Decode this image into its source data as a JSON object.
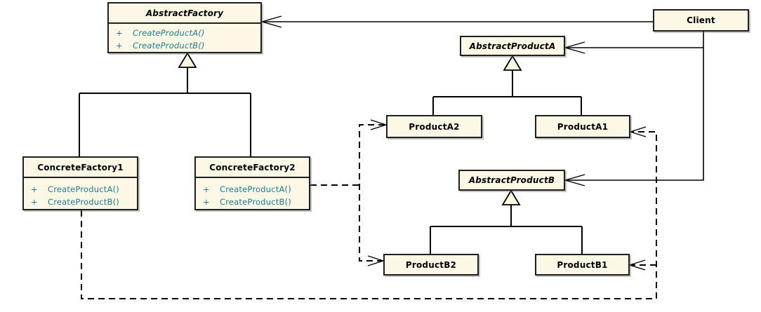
{
  "diagram": {
    "kind": "uml-class-diagram"
  },
  "colors": {
    "background": "#ffffff",
    "box_fill": "#fdf8e6",
    "box_border": "#1f1f1f",
    "title_text": "#000000",
    "method_text": "#1d7a8c",
    "line": "#000000"
  },
  "classes": [
    {
      "id": "abstract-factory",
      "name": "AbstractFactory",
      "abstract": true,
      "methods": [
        {
          "vis": "+",
          "sig": "CreateProductA()"
        },
        {
          "vis": "+",
          "sig": "CreateProductB()"
        }
      ]
    },
    {
      "id": "concrete-factory-1",
      "name": "ConcreteFactory1",
      "abstract": false,
      "methods": [
        {
          "vis": "+",
          "sig": "CreateProductA()"
        },
        {
          "vis": "+",
          "sig": "CreateProductB()"
        }
      ]
    },
    {
      "id": "concrete-factory-2",
      "name": "ConcreteFactory2",
      "abstract": false,
      "methods": [
        {
          "vis": "+",
          "sig": "CreateProductA()"
        },
        {
          "vis": "+",
          "sig": "CreateProductB()"
        }
      ]
    },
    {
      "id": "abstract-product-a",
      "name": "AbstractProductA",
      "abstract": true,
      "methods": []
    },
    {
      "id": "product-a2",
      "name": "ProductA2",
      "abstract": false,
      "methods": []
    },
    {
      "id": "product-a1",
      "name": "ProductA1",
      "abstract": false,
      "methods": []
    },
    {
      "id": "abstract-product-b",
      "name": "AbstractProductB",
      "abstract": true,
      "methods": []
    },
    {
      "id": "product-b2",
      "name": "ProductB2",
      "abstract": false,
      "methods": []
    },
    {
      "id": "product-b1",
      "name": "ProductB1",
      "abstract": false,
      "methods": []
    },
    {
      "id": "client",
      "name": "Client",
      "abstract": false,
      "methods": []
    }
  ],
  "relationships": [
    {
      "type": "association-arrow",
      "from": "Client",
      "to": "AbstractFactory"
    },
    {
      "type": "association-arrow",
      "from": "Client",
      "to": "AbstractProductA"
    },
    {
      "type": "association-arrow",
      "from": "Client",
      "to": "AbstractProductB"
    },
    {
      "type": "generalization",
      "from": "ConcreteFactory1",
      "to": "AbstractFactory"
    },
    {
      "type": "generalization",
      "from": "ConcreteFactory2",
      "to": "AbstractFactory"
    },
    {
      "type": "generalization",
      "from": "ProductA2",
      "to": "AbstractProductA"
    },
    {
      "type": "generalization",
      "from": "ProductA1",
      "to": "AbstractProductA"
    },
    {
      "type": "generalization",
      "from": "ProductB2",
      "to": "AbstractProductB"
    },
    {
      "type": "generalization",
      "from": "ProductB1",
      "to": "AbstractProductB"
    },
    {
      "type": "dashed-dependency",
      "from": "ConcreteFactory2",
      "to": "ProductA2"
    },
    {
      "type": "dashed-dependency",
      "from": "ConcreteFactory2",
      "to": "ProductB2"
    },
    {
      "type": "dashed-dependency",
      "from": "ConcreteFactory1",
      "to": "ProductA1"
    },
    {
      "type": "dashed-dependency",
      "from": "ConcreteFactory1",
      "to": "ProductB1"
    }
  ]
}
